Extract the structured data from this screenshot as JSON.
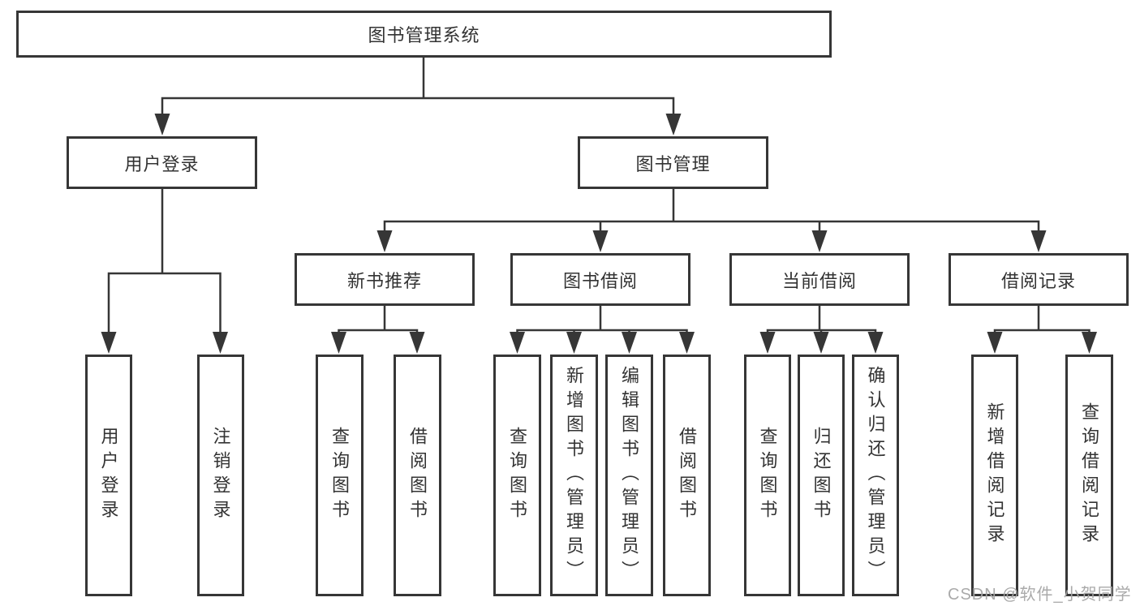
{
  "diagram": {
    "title": "图书管理系统",
    "colors": {
      "line": "#363636",
      "text": "#333333",
      "box_background": "#ffffff",
      "watermark": "#a5a5a5"
    },
    "root": {
      "label": "图书管理系统"
    },
    "branches": [
      {
        "label": "用户登录",
        "children": [
          {
            "label": "用户登录"
          },
          {
            "label": "注销登录"
          }
        ]
      },
      {
        "label": "图书管理",
        "children": [
          {
            "label": "新书推荐",
            "children": [
              {
                "label": "查询图书"
              },
              {
                "label": "借阅图书"
              }
            ]
          },
          {
            "label": "图书借阅",
            "children": [
              {
                "label": "查询图书"
              },
              {
                "label": "新增图书（管理员）"
              },
              {
                "label": "编辑图书（管理员）"
              },
              {
                "label": "借阅图书"
              }
            ]
          },
          {
            "label": "当前借阅",
            "children": [
              {
                "label": "查询图书"
              },
              {
                "label": "归还图书"
              },
              {
                "label": "确认归还（管理员）"
              }
            ]
          },
          {
            "label": "借阅记录",
            "children": [
              {
                "label": "新增借阅记录"
              },
              {
                "label": "查询借阅记录"
              }
            ]
          }
        ]
      }
    ],
    "watermark": "CSDN @软件_小贺同学"
  }
}
